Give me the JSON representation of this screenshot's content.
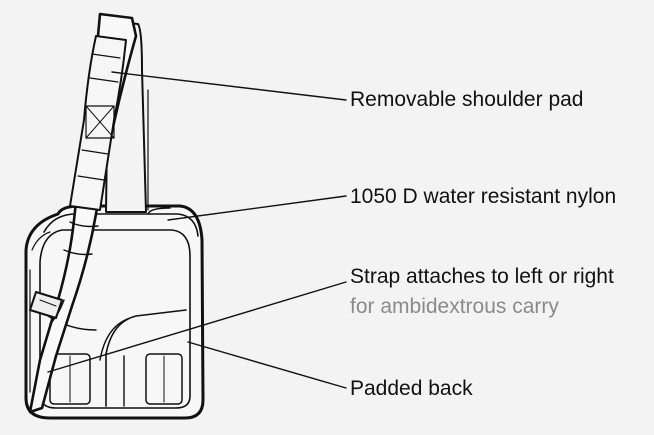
{
  "colors": {
    "background": "#f3f3f3",
    "line": "#000000",
    "muted_text": "#8a8a8a",
    "text": "#111111"
  },
  "callouts": {
    "shoulder_pad": "Removable shoulder pad",
    "nylon": "1050 D water resistant nylon",
    "strap_line1": "Strap attaches to left or right",
    "strap_line2": "for ambidextrous carry",
    "padded_back": "Padded back"
  }
}
